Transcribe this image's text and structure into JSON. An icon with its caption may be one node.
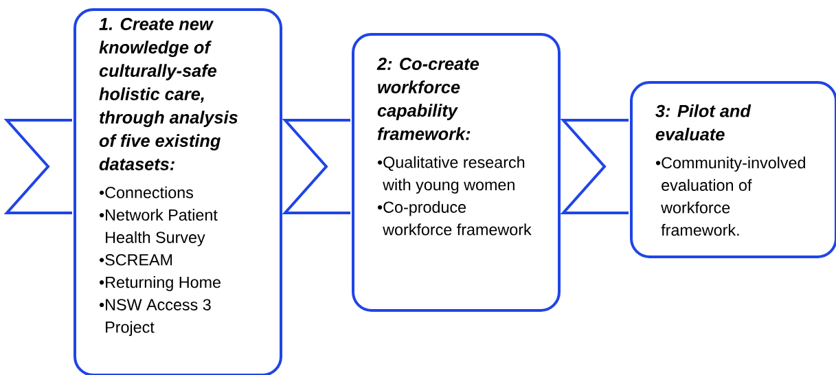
{
  "diagram": {
    "nodes": [
      {
        "text": [],
        "shape": "chevron"
      },
      {
        "text": [
          "1. Create new knowledge of culturally-safe holistic care, through analysis of five existing datasets:",
          "•Connections",
          "•Network Patient Health Survey",
          "•SCREAM",
          "•Returning Home",
          "•NSW Access 3 Project"
        ]
      },
      {
        "text": [],
        "shape": "chevron"
      },
      {
        "text": [
          "2: Co-create workforce capability framework:",
          "•Qualitative research with young women",
          "•Co-produce workforce framework"
        ]
      },
      {
        "text": [],
        "shape": "chevron"
      },
      {
        "text": [
          "3: Pilot and evaluate",
          "•Community-involved evaluation of workforce framework."
        ]
      }
    ]
  }
}
